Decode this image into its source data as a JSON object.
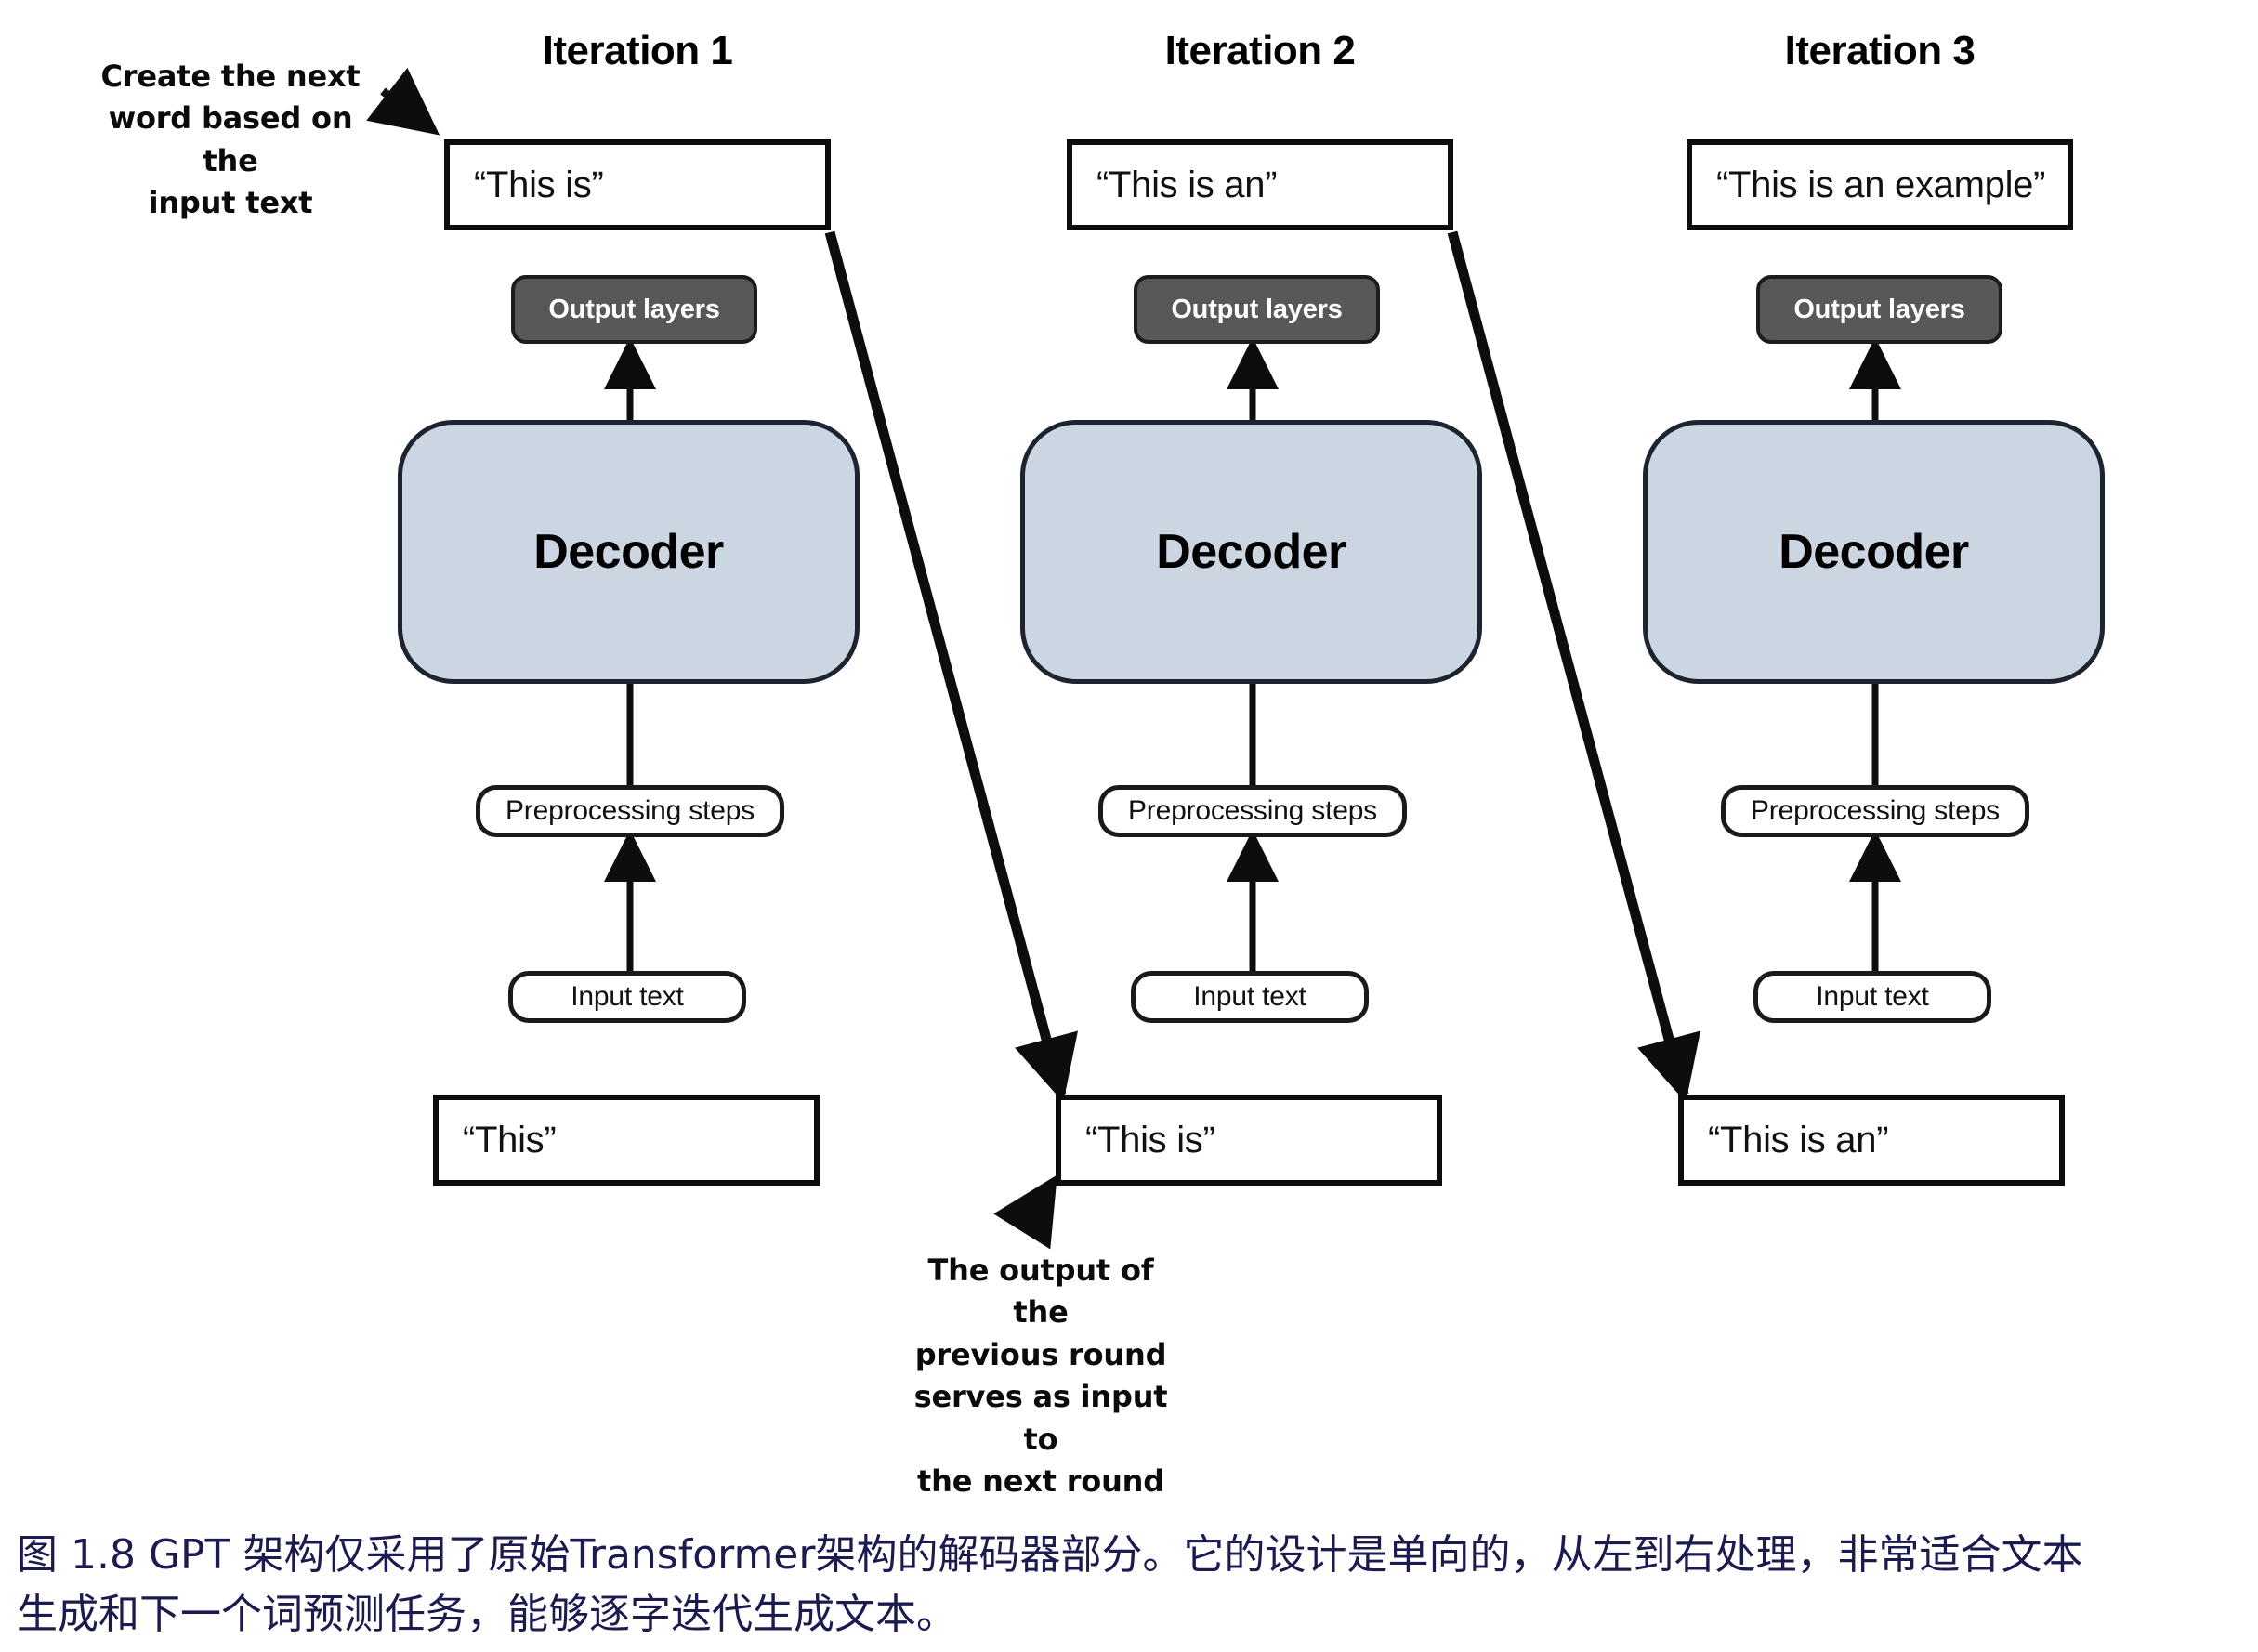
{
  "figure": {
    "caption_line1": "图 1.8  GPT 架构仅采用了原始Transformer架构的解码器部分。它的设计是单向的，从左到右处理，非常适合文本",
    "caption_line2": "生成和下一个词预测任务，能够逐字迭代生成文本。"
  },
  "annotations": {
    "top_left": {
      "line1": "Create the next",
      "line2": "word based on the",
      "line3": "input text"
    },
    "bottom": {
      "line1": "The output of the",
      "line2": "previous round",
      "line3": "serves as input to",
      "line4": "the next round"
    }
  },
  "shared_labels": {
    "output_layers": "Output layers",
    "decoder": "Decoder",
    "preprocessing_steps": "Preprocessing steps",
    "input_text": "Input text"
  },
  "columns": [
    {
      "title": "Iteration 1",
      "output_text": "“This is”",
      "input_text_value": "“This”"
    },
    {
      "title": "Iteration 2",
      "output_text": "“This is an”",
      "input_text_value": "“This is”"
    },
    {
      "title": "Iteration 3",
      "output_text": "“This is an example”",
      "input_text_value": "“This is an”"
    }
  ],
  "colors": {
    "decoder_fill": "#ccd6e2",
    "output_layers_fill": "#58585a",
    "stroke": "#0d0d0d",
    "caption_text": "#1b1b4f"
  }
}
